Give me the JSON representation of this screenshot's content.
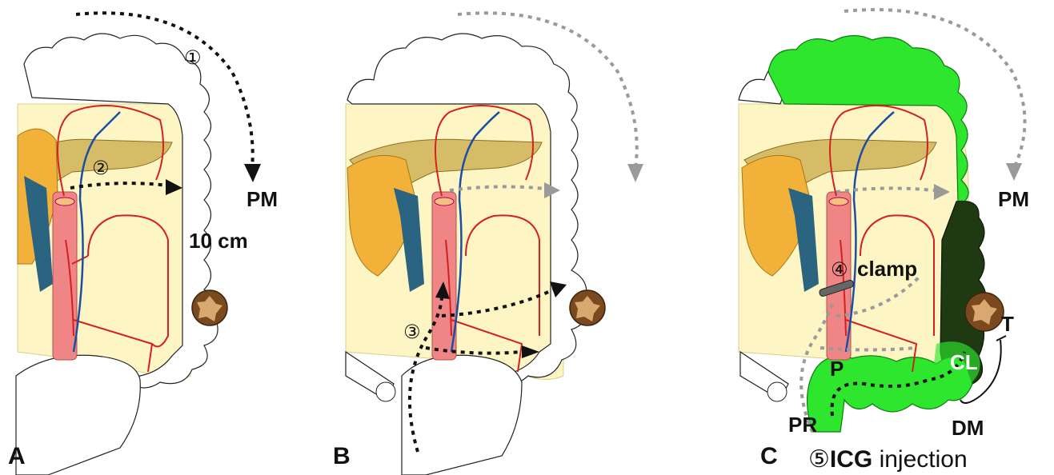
{
  "panels": [
    {
      "letter": "A",
      "steps": [
        "①",
        "②"
      ],
      "labels": {
        "pm": "PM",
        "distance": "10 cm"
      }
    },
    {
      "letter": "B",
      "steps": [
        "③"
      ]
    },
    {
      "letter": "C",
      "steps": [
        "④"
      ],
      "labels": {
        "clamp": "clamp",
        "pm": "PM",
        "t": "T",
        "cl": "CL",
        "p": "P",
        "pr": "PR",
        "dm": "DM",
        "icg_num": "⑤",
        "icg_bold": "ICG",
        "icg_rest": " injection"
      }
    }
  ],
  "colors": {
    "mesentery": "#fdf6c4",
    "artery": "#d42020",
    "vein": "#1b4fa3",
    "aorta": "#f08585",
    "pancreas": "#c9a84a",
    "fluorescent_green": "#2ee62e",
    "dark_green": "#1f3a12",
    "tumor": "#7a4a1e",
    "arrow_black": "#111111",
    "arrow_gray": "#9a9a9a"
  }
}
